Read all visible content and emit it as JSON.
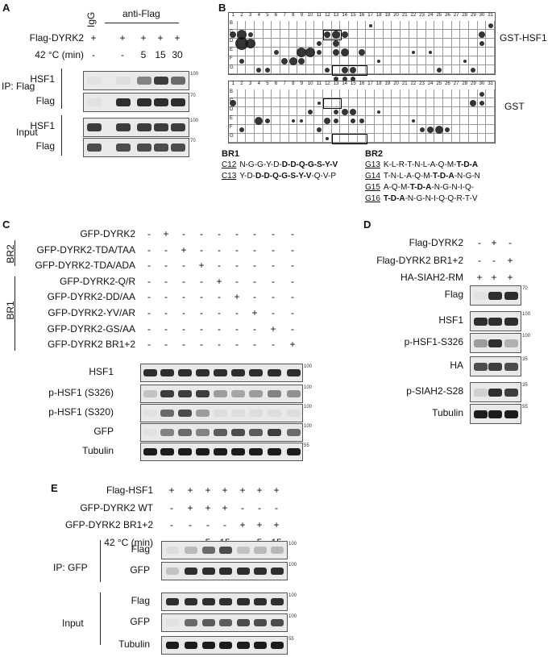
{
  "panels": {
    "A": {
      "letter": "A",
      "header_labels": [
        "IgG",
        "anti-Flag"
      ],
      "rows": [
        {
          "label": "Flag-DYRK2",
          "values": [
            "+",
            "+",
            "+",
            "+",
            "+"
          ]
        },
        {
          "label": "42 °C (min)",
          "values": [
            "-",
            "-",
            "5",
            "15",
            "30"
          ]
        }
      ],
      "ip_group": "IP: Flag",
      "input_group": "Input",
      "blots": [
        {
          "label": "HSF1",
          "marker": "100",
          "bands": [
            0.05,
            0.1,
            0.6,
            0.85,
            0.7
          ]
        },
        {
          "label": "Flag",
          "marker": "70",
          "bands": [
            0.05,
            0.9,
            0.9,
            0.9,
            0.9
          ]
        },
        {
          "label": "HSF1",
          "marker": "100",
          "bands": [
            0.85,
            0.85,
            0.85,
            0.85,
            0.85
          ]
        },
        {
          "label": "Flag",
          "marker": "70",
          "bands": [
            0.8,
            0.8,
            0.8,
            0.8,
            0.8
          ]
        }
      ]
    },
    "B": {
      "letter": "B",
      "columns": [
        "1",
        "2",
        "3",
        "4",
        "5",
        "6",
        "7",
        "8",
        "9",
        "10",
        "11",
        "12",
        "13",
        "14",
        "15",
        "16",
        "17",
        "18",
        "19",
        "20",
        "21",
        "22",
        "23",
        "24",
        "25",
        "26",
        "27",
        "28",
        "29",
        "30",
        "31"
      ],
      "rows": [
        "B",
        "C",
        "D",
        "E",
        "F",
        "G"
      ],
      "arrays": [
        {
          "label": "GST-HSF1"
        },
        {
          "label": "GST"
        }
      ],
      "br1": {
        "title": "BR1",
        "peptides": [
          {
            "id": "C12",
            "plain": "N-G-G-Y-D-",
            "bold": "D-D-Q-G-S-Y-V",
            "tail": ""
          },
          {
            "id": "C13",
            "plain": "Y-D-",
            "bold": "D-D-Q-G-S-Y-V",
            "tail": "-Q-V-P"
          }
        ]
      },
      "br2": {
        "title": "BR2",
        "peptides": [
          {
            "id": "G13",
            "plain": "K-L-R-T-N-L-A-Q-M-",
            "bold": "T-D-A",
            "tail": ""
          },
          {
            "id": "G14",
            "plain": "T-N-L-A-Q-M-",
            "bold": "T-D-A",
            "tail": "-N-G-N"
          },
          {
            "id": "G15",
            "plain": "A-Q-M-",
            "bold": "T-D-A",
            "tail": "-N-G-N-I-Q-"
          },
          {
            "id": "G16",
            "plain": "",
            "bold": "T-D-A",
            "tail": "-N-G-N-I-Q-Q-R-T-V"
          }
        ]
      }
    },
    "C": {
      "letter": "C",
      "rows": [
        {
          "label": "GFP-DYRK2",
          "values": [
            "-",
            "+",
            "-",
            "-",
            "-",
            "-",
            "-",
            "-",
            "-"
          ]
        },
        {
          "label": "GFP-DYRK2-TDA/TAA",
          "values": [
            "-",
            "-",
            "+",
            "-",
            "-",
            "-",
            "-",
            "-",
            "-"
          ]
        },
        {
          "label": "GFP-DYRK2-TDA/ADA",
          "values": [
            "-",
            "-",
            "-",
            "+",
            "-",
            "-",
            "-",
            "-",
            "-"
          ]
        },
        {
          "label": "GFP-DYRK2-Q/R",
          "values": [
            "-",
            "-",
            "-",
            "-",
            "+",
            "-",
            "-",
            "-",
            "-"
          ]
        },
        {
          "label": "GFP-DYRK2-DD/AA",
          "values": [
            "-",
            "-",
            "-",
            "-",
            "-",
            "+",
            "-",
            "-",
            "-"
          ]
        },
        {
          "label": "GFP-DYRK2-YV/AR",
          "values": [
            "-",
            "-",
            "-",
            "-",
            "-",
            "-",
            "+",
            "-",
            "-"
          ]
        },
        {
          "label": "GFP-DYRK2-GS/AA",
          "values": [
            "-",
            "-",
            "-",
            "-",
            "-",
            "-",
            "-",
            "+",
            "-"
          ]
        },
        {
          "label": "GFP-DYRK2 BR1+2",
          "values": [
            "-",
            "-",
            "-",
            "-",
            "-",
            "-",
            "-",
            "-",
            "+"
          ]
        }
      ],
      "group_labels": [
        "BR2",
        "BR1"
      ],
      "blots": [
        {
          "label": "HSF1",
          "marker": "100",
          "bands": [
            0.9,
            0.9,
            0.9,
            0.9,
            0.9,
            0.9,
            0.9,
            0.9,
            0.9
          ]
        },
        {
          "label": "p-HSF1 (S326)",
          "marker": "100",
          "bands": [
            0.3,
            0.85,
            0.85,
            0.85,
            0.5,
            0.45,
            0.5,
            0.6,
            0.55
          ]
        },
        {
          "label": "p-HSF1 (S320)",
          "marker": "100",
          "bands": [
            0.05,
            0.7,
            0.8,
            0.5,
            0.1,
            0.1,
            0.1,
            0.1,
            0.1
          ]
        },
        {
          "label": "GFP",
          "marker": "100",
          "bands": [
            0.05,
            0.6,
            0.7,
            0.6,
            0.75,
            0.8,
            0.75,
            0.85,
            0.7
          ]
        },
        {
          "label": "Tubulin",
          "marker": "55",
          "bands": [
            0.95,
            0.95,
            0.95,
            0.95,
            0.95,
            0.95,
            0.95,
            0.95,
            0.95
          ]
        }
      ]
    },
    "D": {
      "letter": "D",
      "rows": [
        {
          "label": "Flag-DYRK2",
          "values": [
            "-",
            "+",
            "-"
          ]
        },
        {
          "label": "Flag-DYRK2 BR1+2",
          "values": [
            "-",
            "-",
            "+"
          ]
        },
        {
          "label": "HA-SIAH2-RM",
          "values": [
            "+",
            "+",
            "+"
          ]
        }
      ],
      "blots": [
        {
          "label": "Flag",
          "marker": "70",
          "bands": [
            0.05,
            0.9,
            0.9
          ]
        },
        {
          "label": "HSF1",
          "marker": "100",
          "bands": [
            0.9,
            0.9,
            0.9
          ]
        },
        {
          "label": "p-HSF1-S326",
          "marker": "100",
          "bands": [
            0.5,
            0.9,
            0.4
          ]
        },
        {
          "label": "HA",
          "marker": "35",
          "bands": [
            0.8,
            0.85,
            0.8
          ]
        },
        {
          "label": "p-SIAH2-S28",
          "marker": "35",
          "bands": [
            0.2,
            0.9,
            0.85
          ]
        },
        {
          "label": "Tubulin",
          "marker": "55",
          "bands": [
            0.95,
            0.95,
            0.95
          ]
        }
      ]
    },
    "E": {
      "letter": "E",
      "rows": [
        {
          "label": "Flag-HSF1",
          "values": [
            "+",
            "+",
            "+",
            "+",
            "+",
            "+",
            "+"
          ]
        },
        {
          "label": "GFP-DYRK2 WT",
          "values": [
            "-",
            "+",
            "+",
            "+",
            "-",
            "-",
            "-"
          ]
        },
        {
          "label": "GFP-DYRK2 BR1+2",
          "values": [
            "-",
            "-",
            "-",
            "-",
            "+",
            "+",
            "+"
          ]
        },
        {
          "label": "42 °C  (min)",
          "values": [
            "-",
            "-",
            "5",
            "15",
            "-",
            "5",
            "15"
          ]
        }
      ],
      "ip_group": "IP: GFP",
      "input_group": "Input",
      "blots": [
        {
          "label": "Flag",
          "marker": "100",
          "bands": [
            0.1,
            0.35,
            0.7,
            0.8,
            0.3,
            0.35,
            0.35
          ]
        },
        {
          "label": "GFP",
          "marker": "100",
          "bands": [
            0.3,
            0.9,
            0.9,
            0.9,
            0.9,
            0.9,
            0.9
          ]
        },
        {
          "label": "Flag",
          "marker": "100",
          "bands": [
            0.9,
            0.9,
            0.9,
            0.9,
            0.9,
            0.9,
            0.9
          ]
        },
        {
          "label": "GFP",
          "marker": "100",
          "bands": [
            0.05,
            0.7,
            0.75,
            0.75,
            0.8,
            0.8,
            0.8
          ]
        },
        {
          "label": "Tubulin",
          "marker": "55",
          "bands": [
            0.95,
            0.95,
            0.95,
            0.95,
            0.95,
            0.95,
            0.95
          ]
        }
      ]
    }
  }
}
